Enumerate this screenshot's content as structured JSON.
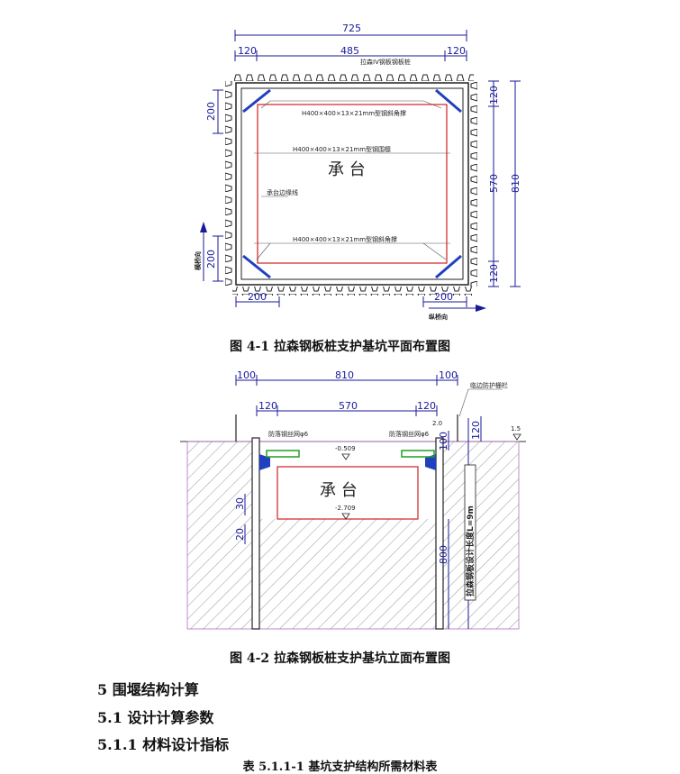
{
  "fig1": {
    "dims": {
      "total_w": "725",
      "left": "120",
      "mid": "485",
      "right": "120",
      "top_h": "200",
      "bot_h": "200",
      "bot_l": "200",
      "bot_r": "200",
      "r120_top": "120",
      "r570": "570",
      "r810": "810",
      "r120_bot": "120"
    },
    "labels": {
      "sheet_pile": "拉森IV钢板钢板桩",
      "brace_top": "H400×400×13×21mm型钢斜角撑",
      "waling": "H400×400×13×21mm型钢围檩",
      "brace_bot": "H400×400×13×21mm型钢斜角撑",
      "cap": "承 台",
      "cap_edge": "承台边缘线",
      "axis_y": "横桥向",
      "axis_x": "纵桥向"
    },
    "caption": "图 4-1   拉森钢板桩支护基坑平面布置图"
  },
  "fig2": {
    "dims": {
      "l100": "100",
      "w810": "810",
      "r100": "100",
      "l120": "120",
      "w570": "570",
      "r120": "120",
      "h20": "2.0",
      "v100": "100",
      "v120": "120",
      "v15": "1.5",
      "v30": "30",
      "v20": "20",
      "v800": "800"
    },
    "labels": {
      "net_left": "防落钢丝网φ6",
      "net_right": "防落钢丝网φ6",
      "elev_top": "-0.509",
      "elev_bot": "-2.709",
      "cap": "承 台",
      "rail": "临边防护栅栏",
      "pile_len": "拉森钢板设计长度L=9m"
    },
    "caption": "图 4-2   拉森钢板桩支护基坑立面布置图"
  },
  "text": {
    "h5": "5 围堰结构计算",
    "h51": "5.1 设计计算参数",
    "h511": "5.1.1 材料设计指标",
    "table_title": "表 5.1.1-1   基坑支护结构所需材料表"
  },
  "colors": {
    "dim": "#1a1a9a",
    "pile": "#222222",
    "cap_line": "#d02020",
    "brace": "#2040c0",
    "net": "#20a020"
  }
}
